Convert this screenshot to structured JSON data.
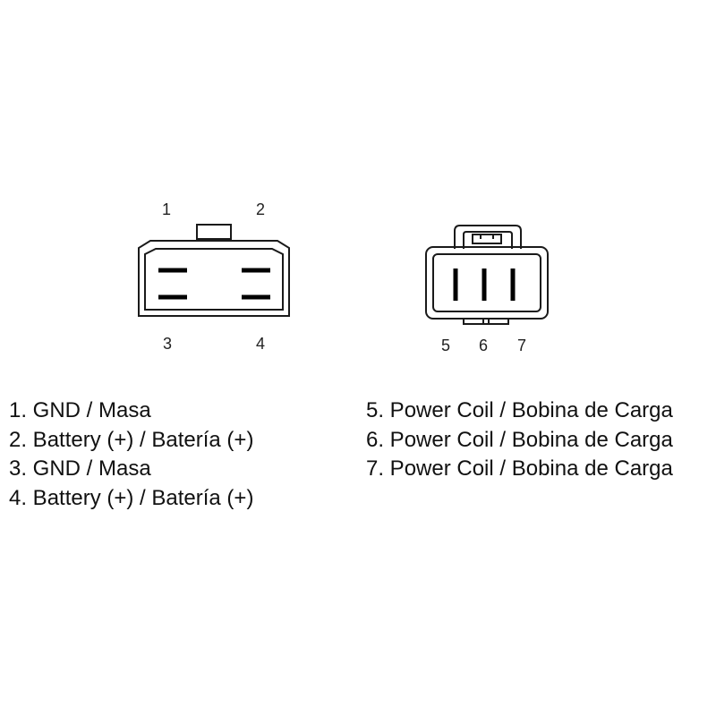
{
  "connector_a": {
    "pin_labels": [
      "1",
      "2",
      "3",
      "4"
    ]
  },
  "connector_b": {
    "pin_labels": [
      "5",
      "6",
      "7"
    ]
  },
  "legend": {
    "left": [
      "1. GND / Masa",
      "2. Battery (+) / Batería (+)",
      "3. GND / Masa",
      "4. Battery (+) / Batería (+)"
    ],
    "right": [
      "5. Power Coil / Bobina de Carga",
      "6. Power Coil / Bobina de Carga",
      "7. Power Coil / Bobina de Carga"
    ]
  },
  "colors": {
    "line": "#1a1a1a",
    "terminal": "#000000",
    "background": "#ffffff"
  }
}
